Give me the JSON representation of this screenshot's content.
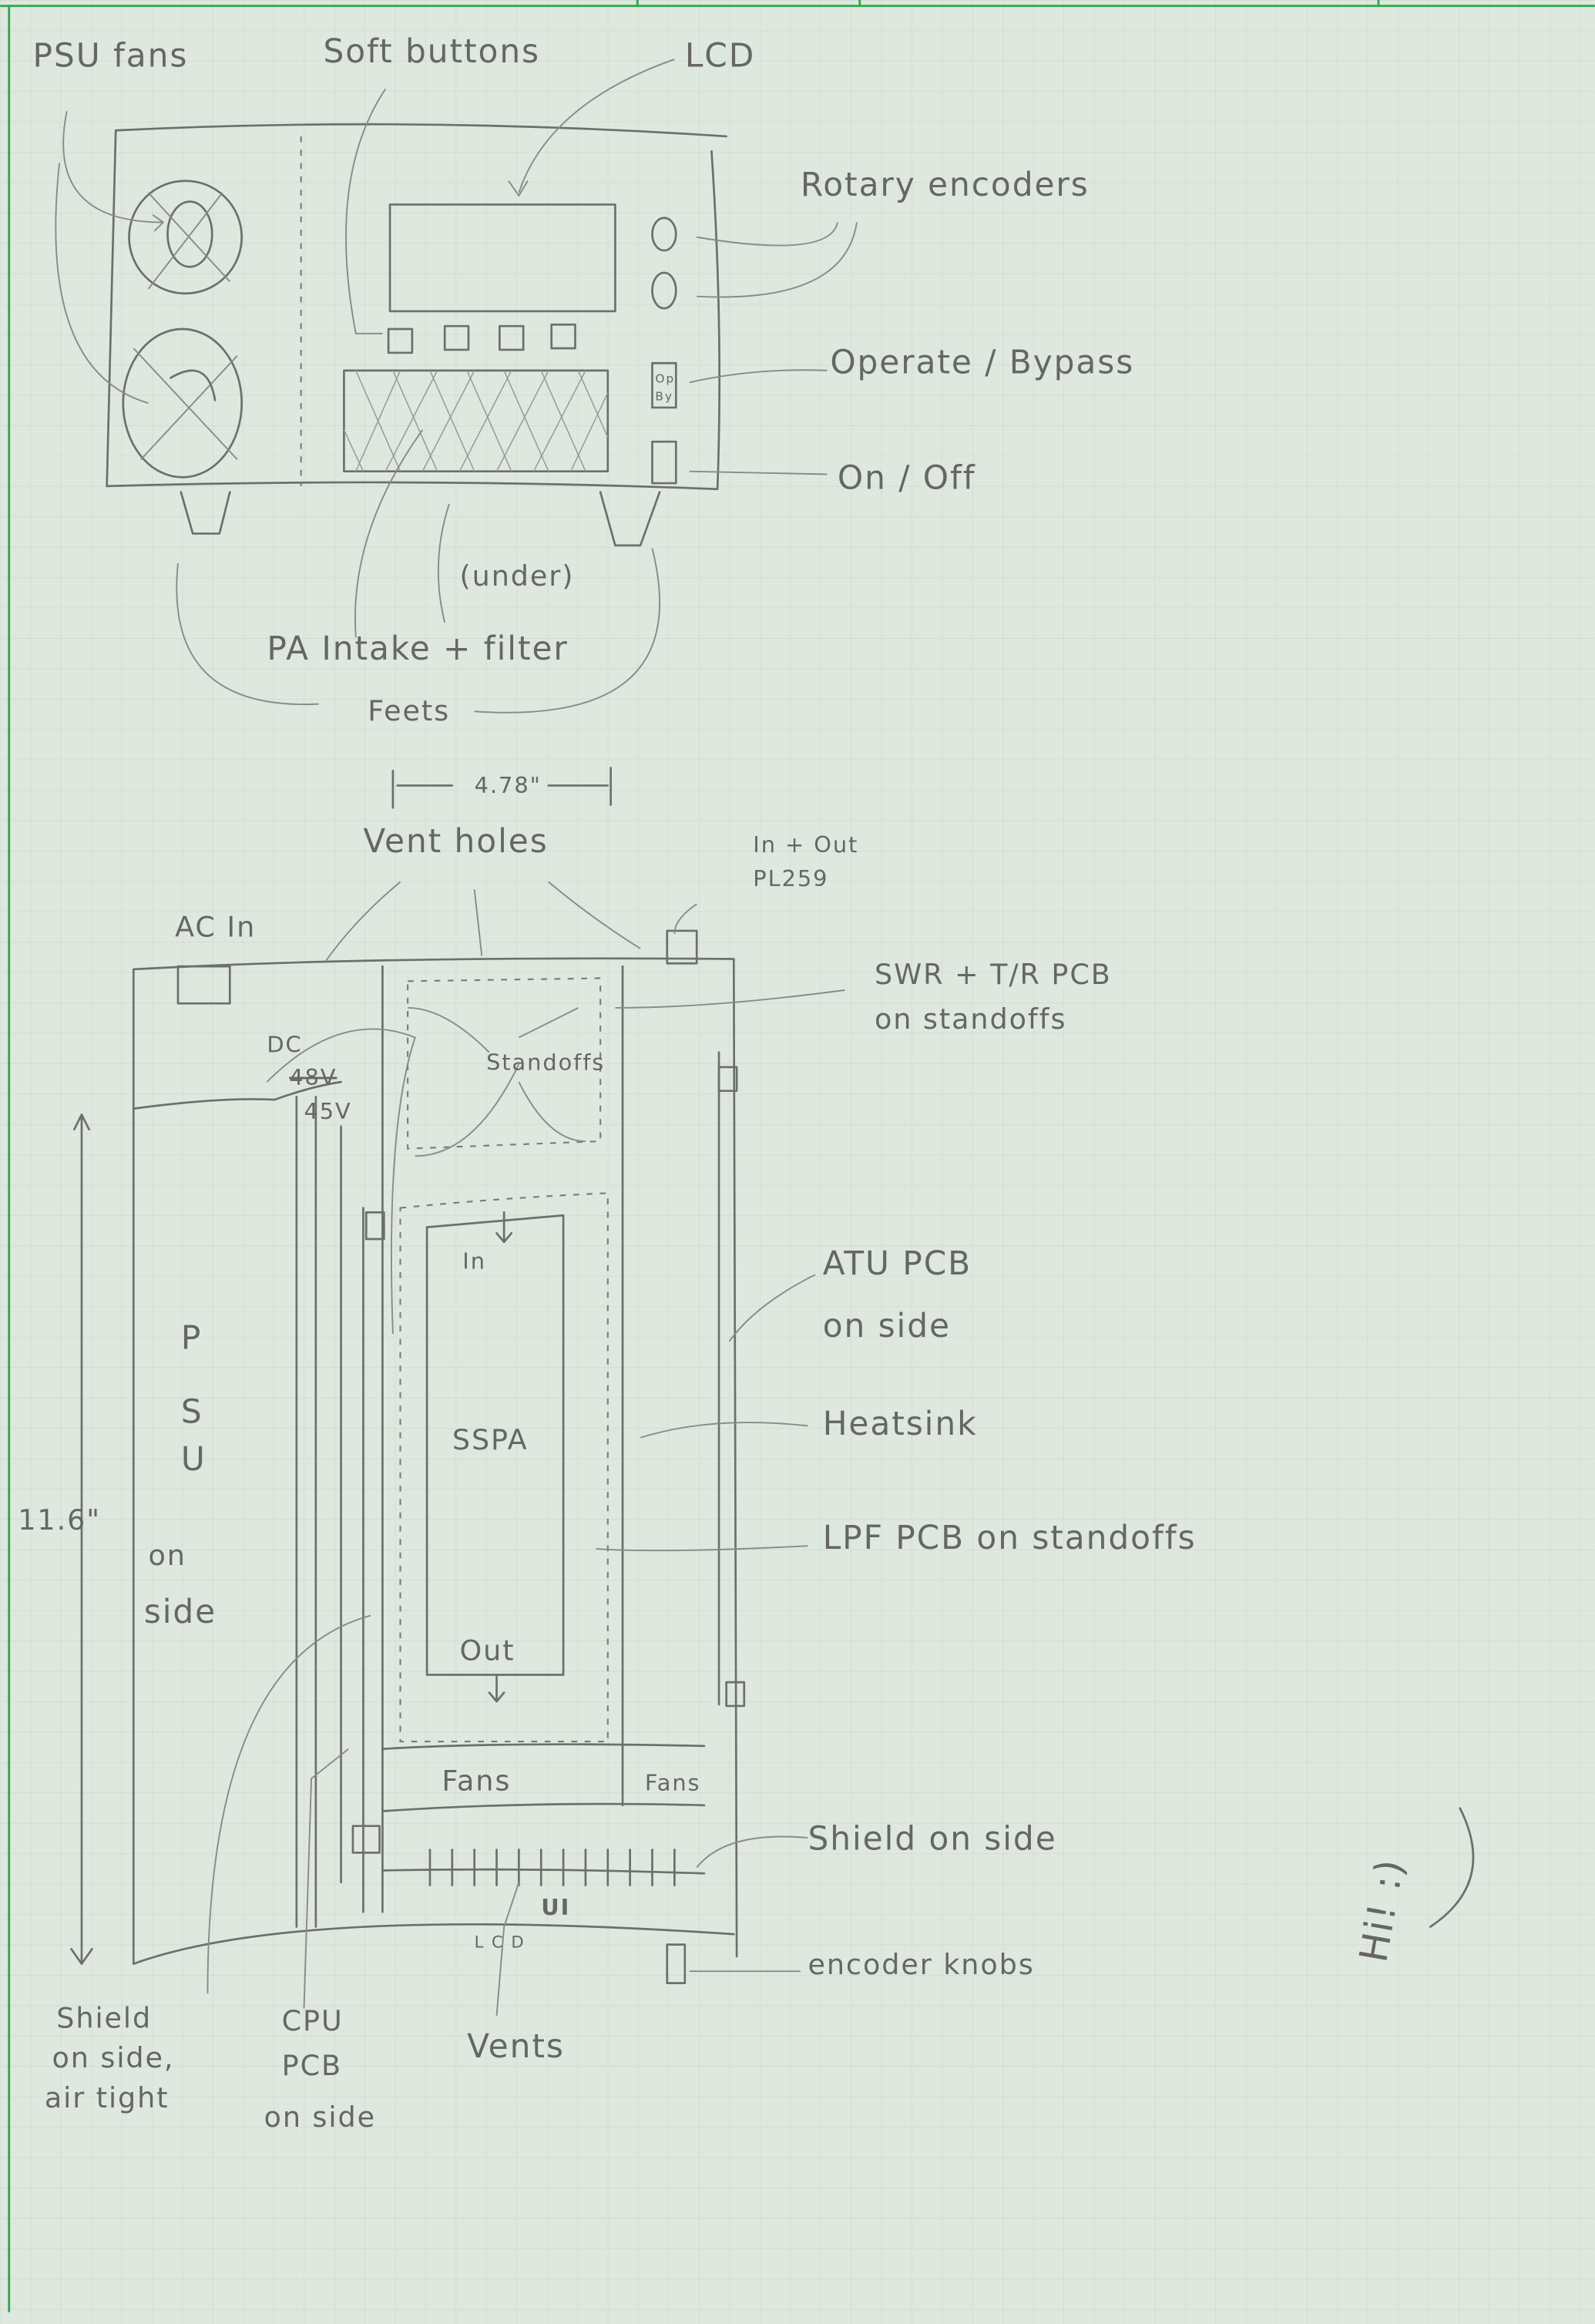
{
  "paper": {
    "background": "#dfe8df",
    "grid_color": "#cbd8cb",
    "border_color": "#2fa84f",
    "pencil_color": "#6e6e6e"
  },
  "front_view": {
    "psu_fans": "PSU fans",
    "soft_buttons": "Soft buttons",
    "lcd": "LCD",
    "rotary_encoders": "Rotary encoders",
    "operate_bypass": "Operate / Bypass",
    "switch_op": "Op",
    "switch_by": "By",
    "on_off": "On / Off",
    "under": "(under)",
    "pa_intake": "PA Intake + filter",
    "feets": "Feets"
  },
  "top_view": {
    "width_dim": "4.78\"",
    "vent_holes": "Vent holes",
    "in_out_line1": "In + Out",
    "in_out_line2": "PL259",
    "ac_in": "AC In",
    "swr_line1": "SWR + T/R PCB",
    "swr_line2": "on standoffs",
    "dc": "DC",
    "dc_struck": "48V",
    "dc_volts": "45V",
    "standoffs": "Standoffs",
    "sspa_in": "In",
    "sspa": "SSPA",
    "sspa_out": "Out",
    "atu_line1": "ATU PCB",
    "atu_line2": "on side",
    "psu_p": "P",
    "psu_s": "S",
    "psu_u": "U",
    "psu_on": "on",
    "psu_side": "side",
    "heatsink": "Heatsink",
    "height_dim": "11.6\"",
    "lpf": "LPF PCB on standoffs",
    "fans_left": "Fans",
    "fans_right": "Fans",
    "shield_on_side": "Shield on side",
    "ui": "UI",
    "lcd_small": "L C D",
    "encoder_knobs": "encoder knobs",
    "vents": "Vents",
    "shield_l1": "Shield",
    "shield_l2": "on side,",
    "shield_l3": "air tight",
    "cpu_l1": "CPU",
    "cpu_l2": "PCB",
    "cpu_l3": "on side"
  },
  "greeting": "Hi! :)"
}
